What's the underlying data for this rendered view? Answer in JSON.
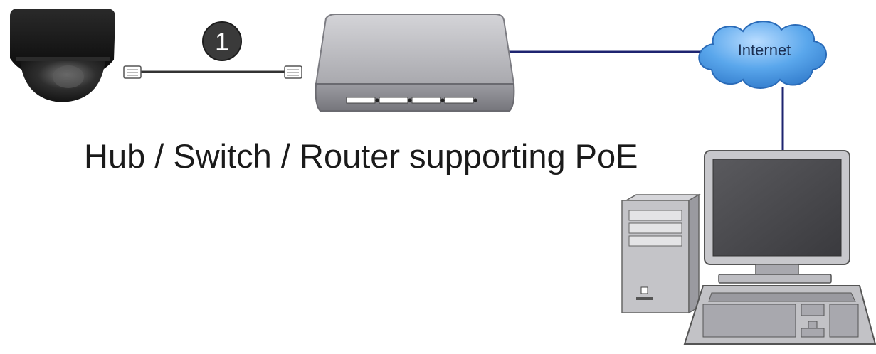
{
  "diagram": {
    "step_number": "1",
    "cloud_label": "Internet",
    "caption": "Hub / Switch / Router supporting PoE"
  },
  "colors": {
    "network_link": "#1e2470",
    "poe_cable": "#333333",
    "cloud_fill": "#3e8fd8",
    "device_gray": "#b8b8bc",
    "camera_dark": "#141414"
  },
  "icons": {
    "camera": "dome-camera-icon",
    "switch": "poe-switch-icon",
    "cloud": "internet-cloud-icon",
    "computer": "desktop-computer-icon"
  }
}
